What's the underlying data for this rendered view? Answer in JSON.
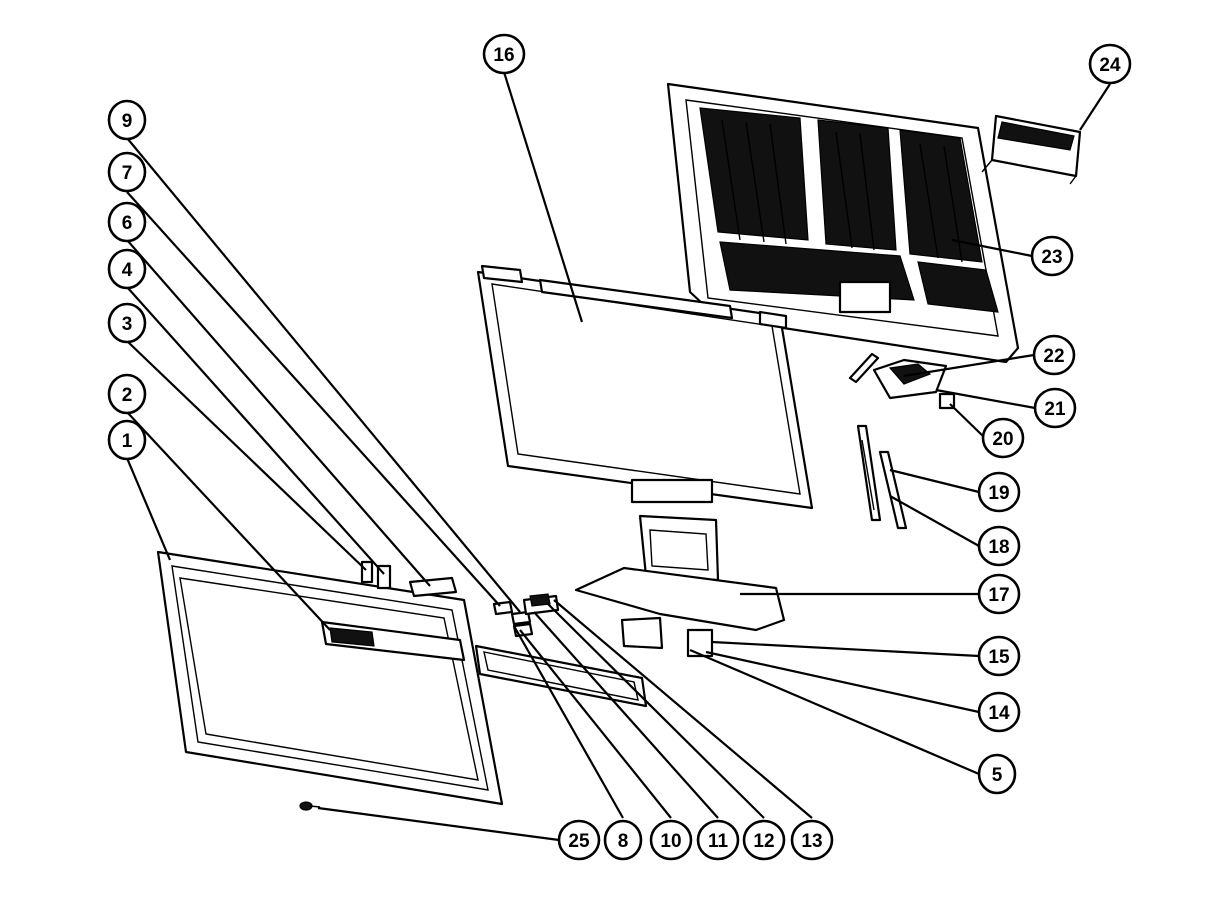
{
  "colors": {
    "ink": "#000000",
    "paper": "#ffffff"
  },
  "callouts": [
    "1",
    "2",
    "3",
    "4",
    "5",
    "6",
    "7",
    "8",
    "9",
    "10",
    "11",
    "12",
    "13",
    "14",
    "15",
    "16",
    "17",
    "18",
    "19",
    "20",
    "21",
    "22",
    "23",
    "24",
    "25"
  ]
}
